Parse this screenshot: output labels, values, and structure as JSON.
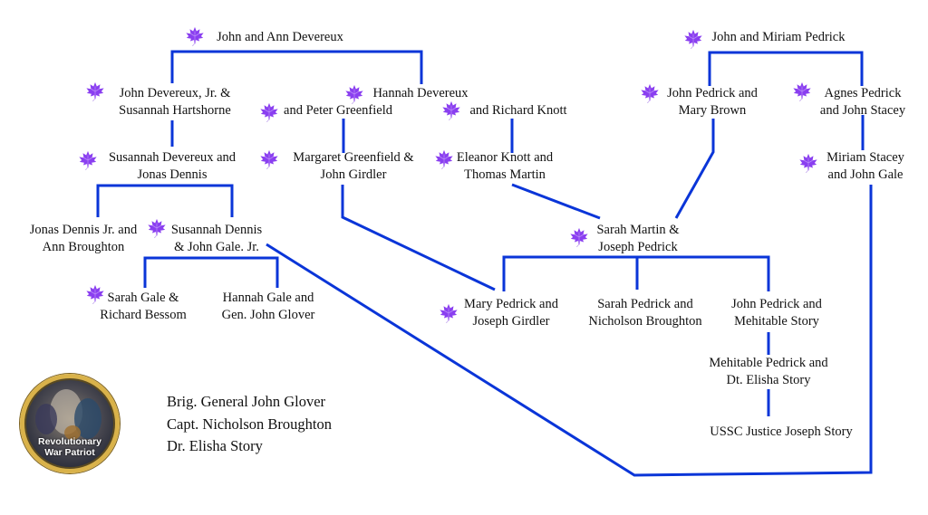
{
  "tree": {
    "nodes": {
      "john_ann_devereux": [
        "John and Ann Devereux"
      ],
      "john_devereux_jr": [
        "John Devereux, Jr.  &",
        "Susannah Hartshorne"
      ],
      "hannah_devereux": [
        "Hannah Devereux"
      ],
      "peter_greenfield": [
        "and Peter Greenfield"
      ],
      "richard_knott": [
        "and Richard Knott"
      ],
      "susannah_devereux": [
        "Susannah Devereux and",
        "Jonas Dennis"
      ],
      "margaret_greenfield": [
        "Margaret Greenfield  &",
        "John Girdler"
      ],
      "eleanor_knott": [
        "Eleanor Knott and",
        "Thomas Martin"
      ],
      "john_miriam_pedrick": [
        "John and Miriam Pedrick"
      ],
      "john_pedrick_mary": [
        "John Pedrick and",
        "Mary Brown"
      ],
      "agnes_pedrick": [
        "Agnes Pedrick",
        "and John Stacey"
      ],
      "miriam_stacey": [
        "Miriam Stacey",
        "and John Gale"
      ],
      "jonas_dennis_jr": [
        "Jonas Dennis Jr. and",
        "Ann Broughton"
      ],
      "susannah_dennis": [
        "Susannah Dennis",
        "& John Gale. Jr."
      ],
      "sarah_martin": [
        "Sarah Martin &",
        "Joseph Pedrick"
      ],
      "sarah_gale": [
        "Sarah Gale &",
        "Richard Bessom"
      ],
      "hannah_gale": [
        "Hannah Gale and",
        "Gen. John Glover"
      ],
      "mary_pedrick": [
        "Mary Pedrick and",
        "Joseph Girdler"
      ],
      "sarah_pedrick": [
        "Sarah Pedrick and",
        "Nicholson Broughton"
      ],
      "john_pedrick_mehitable": [
        "John Pedrick and",
        "Mehitable Story"
      ],
      "mehitable_pedrick": [
        "Mehitable Pedrick and",
        "Dt. Elisha Story"
      ],
      "joseph_story": [
        "USSC Justice Joseph Story"
      ]
    },
    "leaf_icon": "purple-maple-leaf-icon",
    "leaf_color": "#8a3ff0",
    "line_color": "#0a35d8"
  },
  "badge": {
    "text_line1": "Revolutionary",
    "text_line2": "War Patriot"
  },
  "patriots": [
    "Brig. General John Glover",
    "Capt. Nicholson Broughton",
    "Dr. Elisha Story"
  ]
}
